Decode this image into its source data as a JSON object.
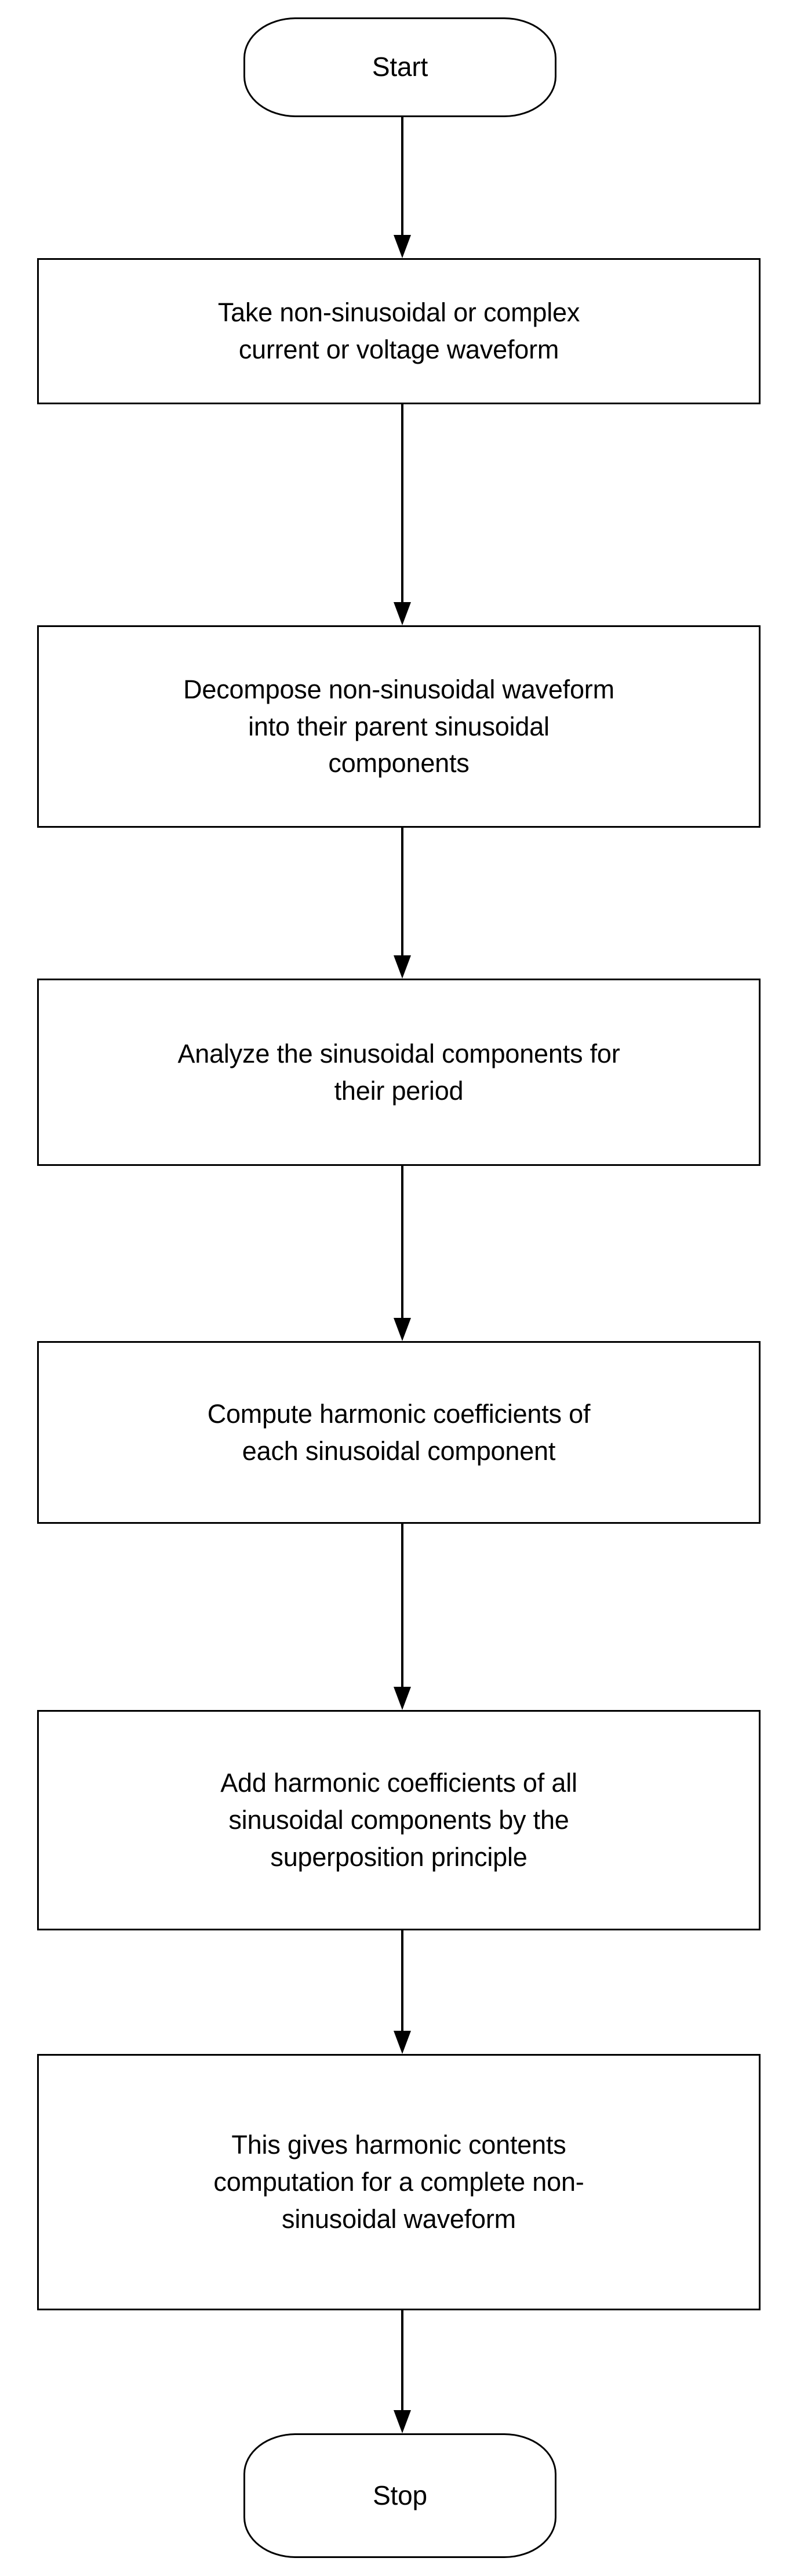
{
  "diagram": {
    "title": "Harmonic contents computation flowchart",
    "orientation": "top-to-bottom",
    "stroke_color": "#000000",
    "fill_color": "#ffffff",
    "text_color": "#000000"
  },
  "nodes": [
    {
      "id": "start",
      "shape": "terminator",
      "label": "Start"
    },
    {
      "id": "step1",
      "shape": "process",
      "label": "Take non-sinusoidal or complex\ncurrent or voltage waveform"
    },
    {
      "id": "step2",
      "shape": "process",
      "label": "Decompose non-sinusoidal waveform\ninto their parent sinusoidal\ncomponents"
    },
    {
      "id": "step3",
      "shape": "process",
      "label": "Analyze the sinusoidal components for\ntheir period"
    },
    {
      "id": "step4",
      "shape": "process",
      "label": "Compute harmonic coefficients of\neach sinusoidal component"
    },
    {
      "id": "step5",
      "shape": "process",
      "label": "Add harmonic coefficients of all\nsinusoidal components by the\nsuperposition principle"
    },
    {
      "id": "step6",
      "shape": "process",
      "label": "This gives harmonic contents\ncomputation for a complete non-\nsinusoidal waveform"
    },
    {
      "id": "stop",
      "shape": "terminator",
      "label": "Stop"
    }
  ],
  "edges": [
    {
      "from": "start",
      "to": "step1",
      "arrow": "down"
    },
    {
      "from": "step1",
      "to": "step2",
      "arrow": "down"
    },
    {
      "from": "step2",
      "to": "step3",
      "arrow": "down"
    },
    {
      "from": "step3",
      "to": "step4",
      "arrow": "down"
    },
    {
      "from": "step4",
      "to": "step5",
      "arrow": "down"
    },
    {
      "from": "step5",
      "to": "step6",
      "arrow": "down"
    },
    {
      "from": "step6",
      "to": "stop",
      "arrow": "down"
    }
  ]
}
